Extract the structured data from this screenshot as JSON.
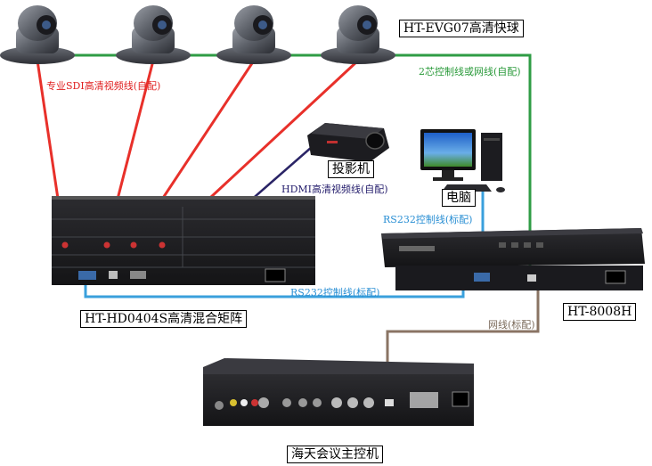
{
  "labels": {
    "camera": "HT-EVG07高清快球",
    "sdi_cable": "专业SDI高清视频线(自配)",
    "control_cable": "2芯控制线或网线(自配)",
    "projector": "投影机",
    "hdmi_cable": "HDMI高清视频线(自配)",
    "computer": "电脑",
    "rs232_pc": "RS232控制线(标配)",
    "rs232_matrix": "RS232控制线(标配)",
    "matrix": "HT-HD0404S高清混合矩阵",
    "processor": "HT-8008H",
    "network_cable": "网线(标配)",
    "host": "海天会议主控机"
  },
  "colors": {
    "sdi": "#e8302a",
    "control": "#2f9c45",
    "hdmi": "#2a2466",
    "rs232": "#3aa0dc",
    "network": "#8a7464"
  },
  "icons": [
    "ptz-camera-icon",
    "projector-icon",
    "desktop-computer-icon",
    "matrix-switcher-icon",
    "processor-icon",
    "conference-host-icon"
  ]
}
